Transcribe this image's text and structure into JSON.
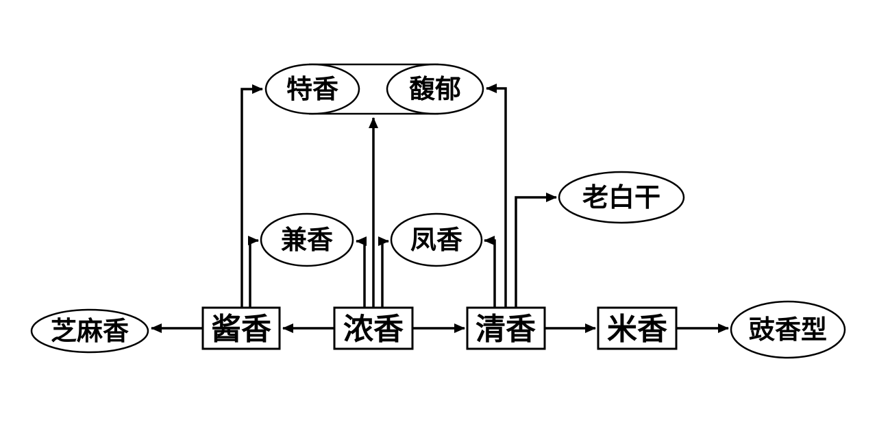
{
  "diagram": {
    "background": "#ffffff",
    "stroke_color": "#000000",
    "nodes": {
      "texiang": {
        "label": "特香",
        "shape": "ellipse"
      },
      "fuyu": {
        "label": "馥郁",
        "shape": "ellipse"
      },
      "jianxiang": {
        "label": "兼香",
        "shape": "ellipse"
      },
      "fengxiang": {
        "label": "凤香",
        "shape": "ellipse"
      },
      "laobaigan": {
        "label": "老白干",
        "shape": "ellipse"
      },
      "zhimaxiang": {
        "label": "芝麻香",
        "shape": "ellipse"
      },
      "chixiangxing": {
        "label": "豉香型",
        "shape": "ellipse"
      },
      "jiangxiang": {
        "label": "酱香",
        "shape": "rect"
      },
      "nongxiang": {
        "label": "浓香",
        "shape": "rect"
      },
      "qingxiang": {
        "label": "清香",
        "shape": "rect"
      },
      "mixiang": {
        "label": "米香",
        "shape": "rect"
      }
    },
    "edges": [
      {
        "from": "浓香",
        "to": "酱香"
      },
      {
        "from": "酱香",
        "to": "芝麻香"
      },
      {
        "from": "浓香",
        "to": "清香"
      },
      {
        "from": "清香",
        "to": "米香"
      },
      {
        "from": "米香",
        "to": "豉香型"
      },
      {
        "from": "酱香",
        "to": "特香"
      },
      {
        "from": "酱香",
        "to": "兼香"
      },
      {
        "from": "浓香",
        "to": "兼香"
      },
      {
        "from": "浓香",
        "to": "特香/馥郁"
      },
      {
        "from": "浓香",
        "to": "凤香"
      },
      {
        "from": "清香",
        "to": "凤香"
      },
      {
        "from": "清香",
        "to": "馥郁"
      },
      {
        "from": "清香",
        "to": "老白干"
      }
    ]
  }
}
